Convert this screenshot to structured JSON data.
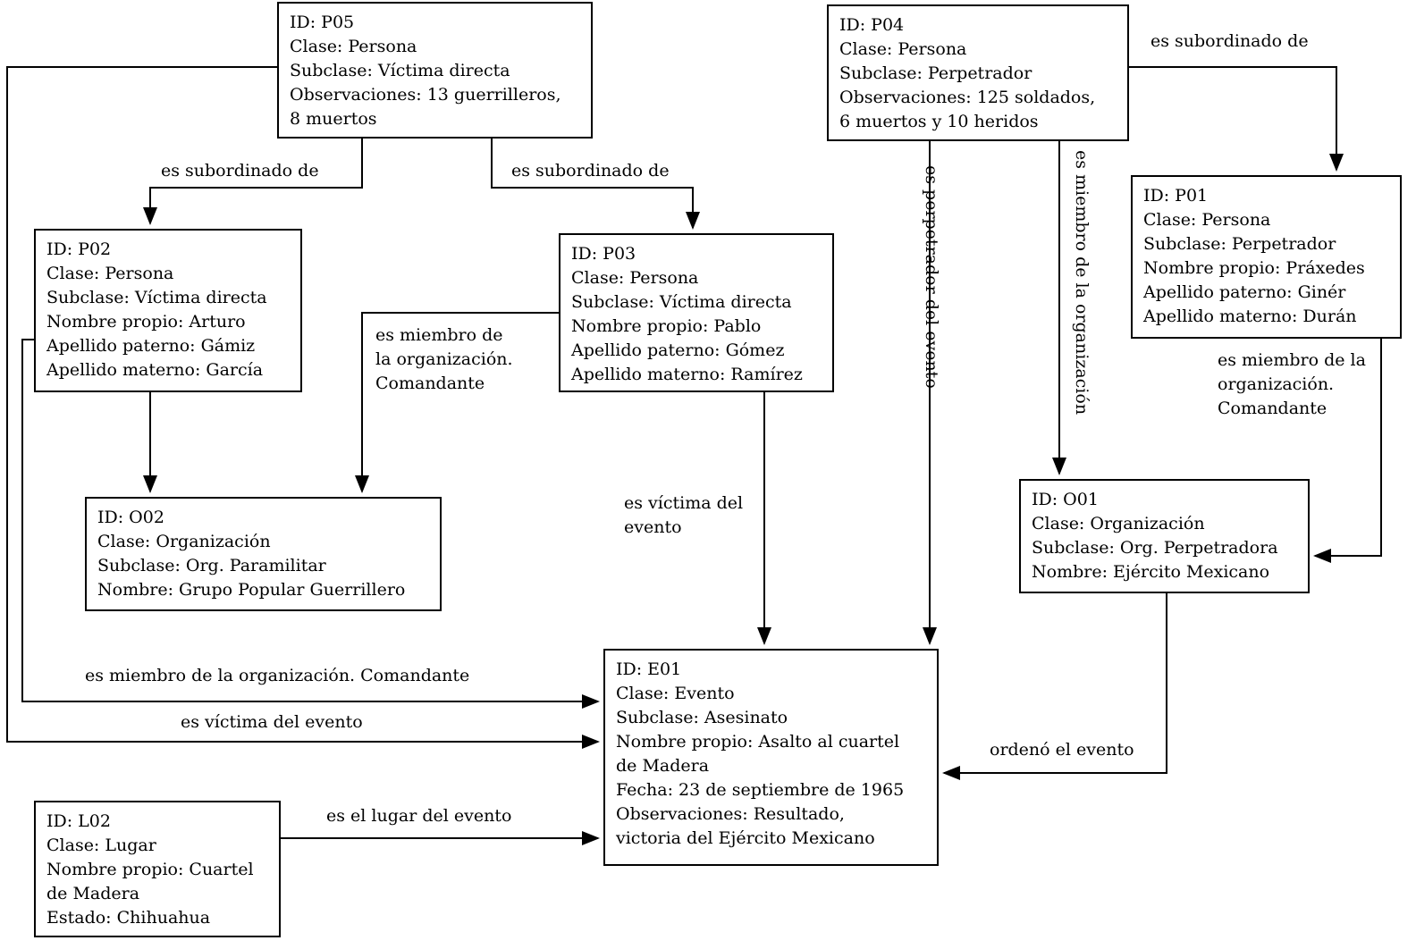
{
  "diagram": {
    "type": "entity-relationship-graph",
    "colors": {
      "line": "#000000",
      "box_border": "#000000",
      "background": "#ffffff",
      "text": "#000000"
    },
    "nodes": {
      "P05": {
        "id": "P05",
        "lines": [
          "ID: P05",
          "Clase: Persona",
          "Subclase: Víctima directa",
          "Observaciones: 13 guerrilleros,",
          "8 muertos"
        ]
      },
      "P04": {
        "id": "P04",
        "lines": [
          "ID: P04",
          "Clase: Persona",
          "Subclase: Perpetrador",
          "Observaciones: 125 soldados,",
          "6 muertos y 10 heridos"
        ]
      },
      "P01": {
        "id": "P01",
        "lines": [
          "ID: P01",
          "Clase: Persona",
          "Subclase: Perpetrador",
          "Nombre propio: Práxedes",
          "Apellido paterno: Ginér",
          "Apellido materno: Durán"
        ]
      },
      "P02": {
        "id": "P02",
        "lines": [
          "ID: P02",
          "Clase: Persona",
          "Subclase: Víctima directa",
          "Nombre propio: Arturo",
          "Apellido paterno: Gámiz",
          "Apellido materno: García"
        ]
      },
      "P03": {
        "id": "P03",
        "lines": [
          "ID: P03",
          "Clase: Persona",
          "Subclase: Víctima directa",
          "Nombre propio: Pablo",
          "Apellido paterno: Gómez",
          "Apellido materno: Ramírez"
        ]
      },
      "O02": {
        "id": "O02",
        "lines": [
          "ID: O02",
          "Clase: Organización",
          "Subclase: Org. Paramilitar",
          "Nombre: Grupo Popular Guerrillero"
        ]
      },
      "O01": {
        "id": "O01",
        "lines": [
          "ID: O01",
          "Clase: Organización",
          "Subclase: Org. Perpetradora",
          "Nombre: Ejército Mexicano"
        ]
      },
      "E01": {
        "id": "E01",
        "lines": [
          "ID: E01",
          "Clase: Evento",
          "Subclase: Asesinato",
          "Nombre propio: Asalto al cuartel",
          "de Madera",
          "Fecha: 23 de septiembre de 1965",
          "Observaciones: Resultado,",
          "victoria del Ejército Mexicano"
        ]
      },
      "L02": {
        "id": "L02",
        "lines": [
          "ID: L02",
          "Clase: Lugar",
          "Nombre propio: Cuartel",
          "de Madera",
          "Estado: Chihuahua"
        ]
      }
    },
    "edges": [
      {
        "from": "P05",
        "to": "P02",
        "label": "es subordinado de"
      },
      {
        "from": "P05",
        "to": "P03",
        "label": "es subordinado de"
      },
      {
        "from": "P04",
        "to": "P01",
        "label": "es subordinado de"
      },
      {
        "from": "P03",
        "to": "O02",
        "label": "es miembro de la organización. Comandante"
      },
      {
        "from": "P02",
        "to": "O02",
        "label": ""
      },
      {
        "from": "P03",
        "to": "E01",
        "label": "es víctima del evento"
      },
      {
        "from": "P04",
        "to": "E01",
        "label": "es perpetrador del evento"
      },
      {
        "from": "P04",
        "to": "O01",
        "label": "es miembro de la organización"
      },
      {
        "from": "P01",
        "to": "O01",
        "label": "es miembro de la organización. Comandante"
      },
      {
        "from": "O01",
        "to": "E01",
        "label": "ordenó el evento"
      },
      {
        "from": "P02",
        "to": "E01",
        "label": "es miembro de la organización. Comandante"
      },
      {
        "from": "P05",
        "to": "E01",
        "label": "es víctima del evento"
      },
      {
        "from": "L02",
        "to": "E01",
        "label": "es el lugar del evento"
      }
    ]
  }
}
